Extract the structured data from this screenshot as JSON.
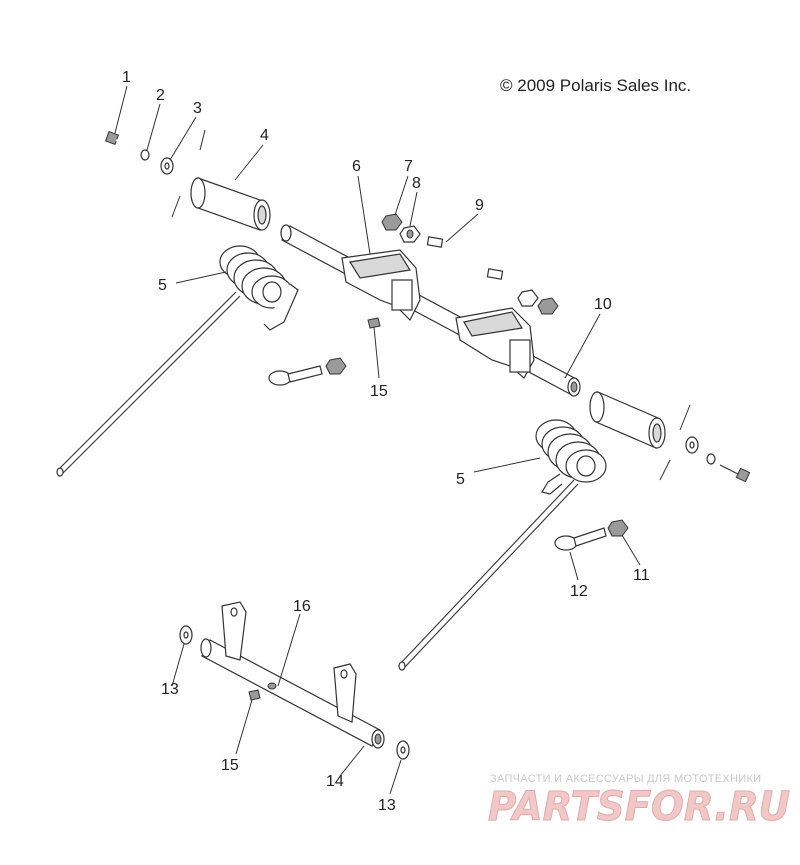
{
  "copyright": "© 2009 Polaris Sales Inc.",
  "callouts": [
    "1",
    "2",
    "3",
    "4",
    "5",
    "6",
    "7",
    "8",
    "9",
    "5",
    "10",
    "15",
    "11",
    "12",
    "16",
    "13",
    "15",
    "14",
    "13"
  ],
  "watermark": {
    "line1": "ЗАПЧАСТИ И АКСЕССУАРЫ ДЛЯ МОТОТЕХНИКИ",
    "line2": "PARTSFOR.RU"
  }
}
